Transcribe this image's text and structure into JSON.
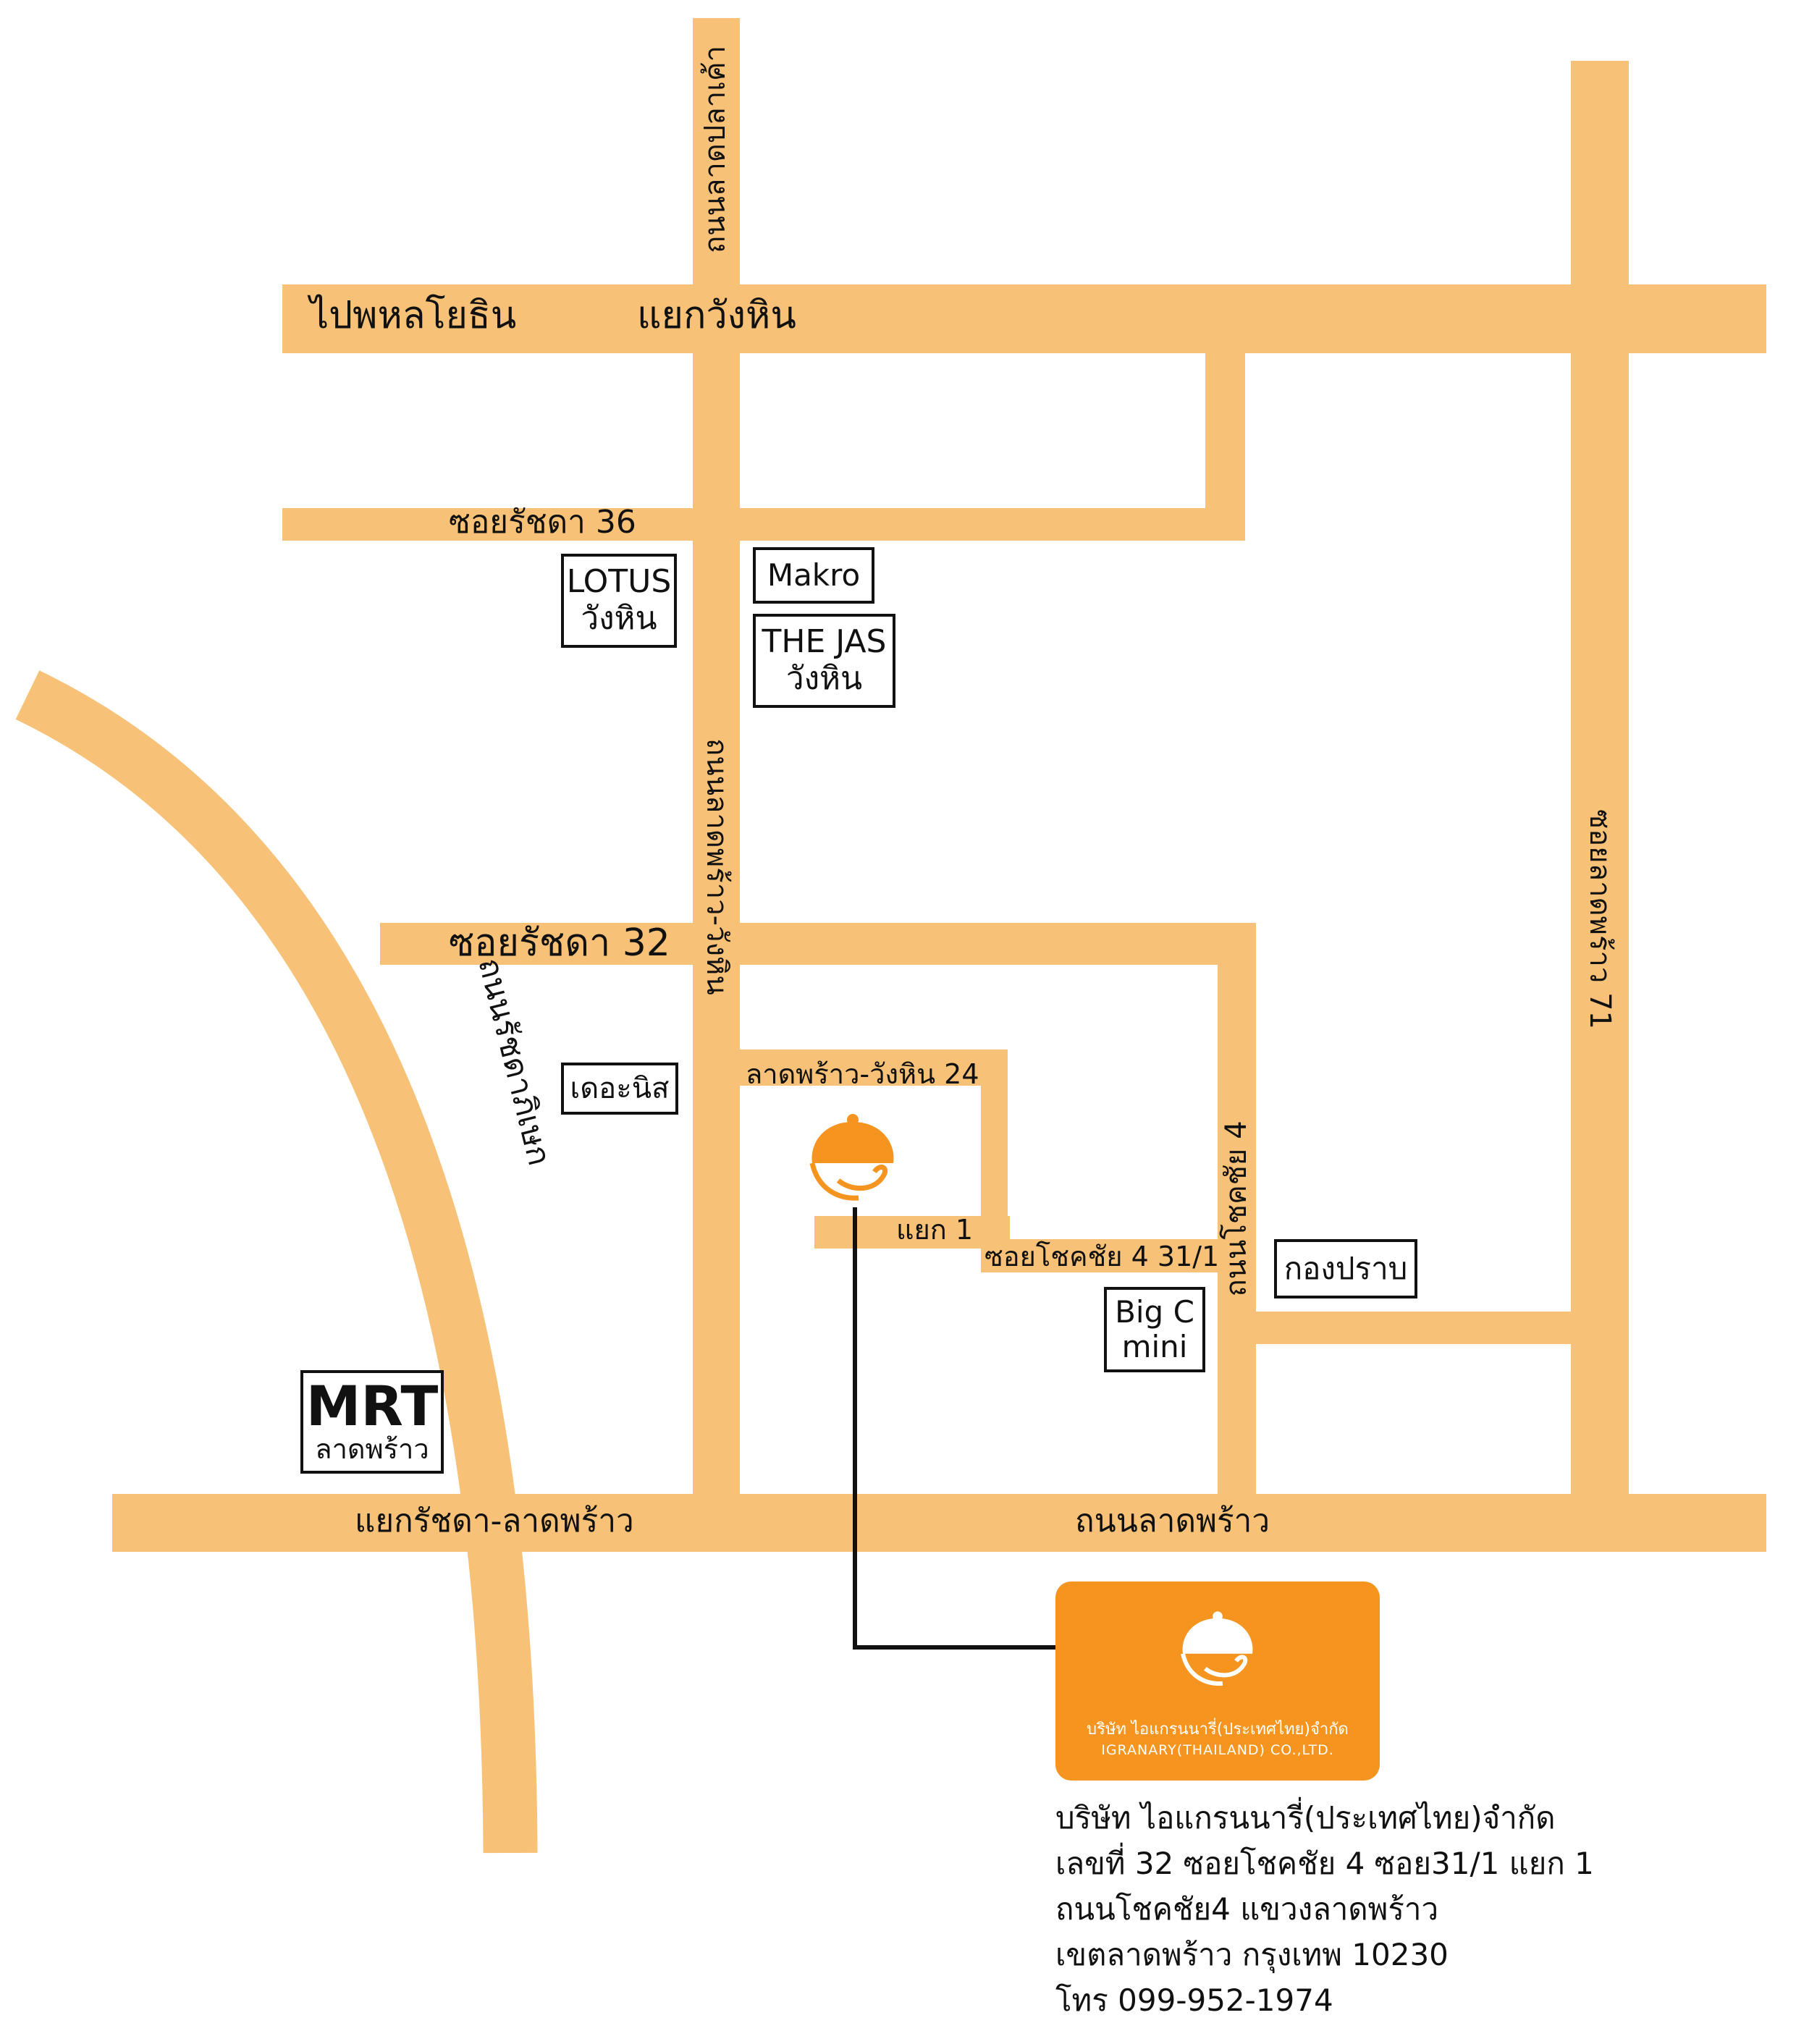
{
  "map": {
    "road_color": "#f7c277",
    "line_color": "#111111",
    "accent_color": "#f5951f",
    "road_labels": {
      "to_phahon": "ไปพหลโยธิน",
      "wang_hin_junction": "แยกวังหิน",
      "lat_pla_khao": "ถนนลาดปลาเค้า",
      "soi_ratchada_36": "ซอยรัชดา 36",
      "lat_phrao_wang_hin": "ถนนลาดพร้าว-วังหิน",
      "soi_ratchada_32": "ซอยรัชดา 32",
      "ratchadaphisek": "ถนนรัชดาภิเษก",
      "lat_phrao_wang_hin_24": "ลาดพร้าว-วังหิน 24",
      "junction_1": "แยก 1",
      "soi_chokchai_4_31_1": "ซอยโชคชัย 4 31/1",
      "chokchai_4": "ถนนโชคชัย 4",
      "soi_lat_phrao_71": "ซอยลาดพร้าว 71",
      "ratchada_lat_phrao_junction": "แยกรัชดา-ลาดพร้าว",
      "lat_phrao_road": "ถนนลาดพร้าว"
    },
    "landmarks": {
      "lotus": [
        "LOTUS",
        "วังหิน"
      ],
      "makro": [
        "Makro"
      ],
      "the_jas": [
        "THE JAS",
        "วังหิน"
      ],
      "the_nis": [
        "เดอะนิส"
      ],
      "kong_prab": [
        "กองปราบ"
      ],
      "big_c": [
        "Big C",
        "mini"
      ],
      "mrt": [
        "MRT",
        "ลาดพร้าว"
      ]
    }
  },
  "company_card": {
    "name_th": "บริษัท ไอแกรนนารี่(ประเทศไทย)จำกัด",
    "name_en": "IGRANARY(THAILAND) CO.,LTD."
  },
  "address": {
    "lines": [
      "บริษัท ไอแกรนนารี่(ประเทศไทย)จำกัด",
      "เลขที่ 32 ซอยโชคชัย 4 ซอย31/1 แยก 1",
      "ถนนโชคชัย4 แขวงลาดพร้าว",
      "เขตลาดพร้าว กรุงเทพ 10230",
      "โทร 099-952-1974"
    ]
  }
}
